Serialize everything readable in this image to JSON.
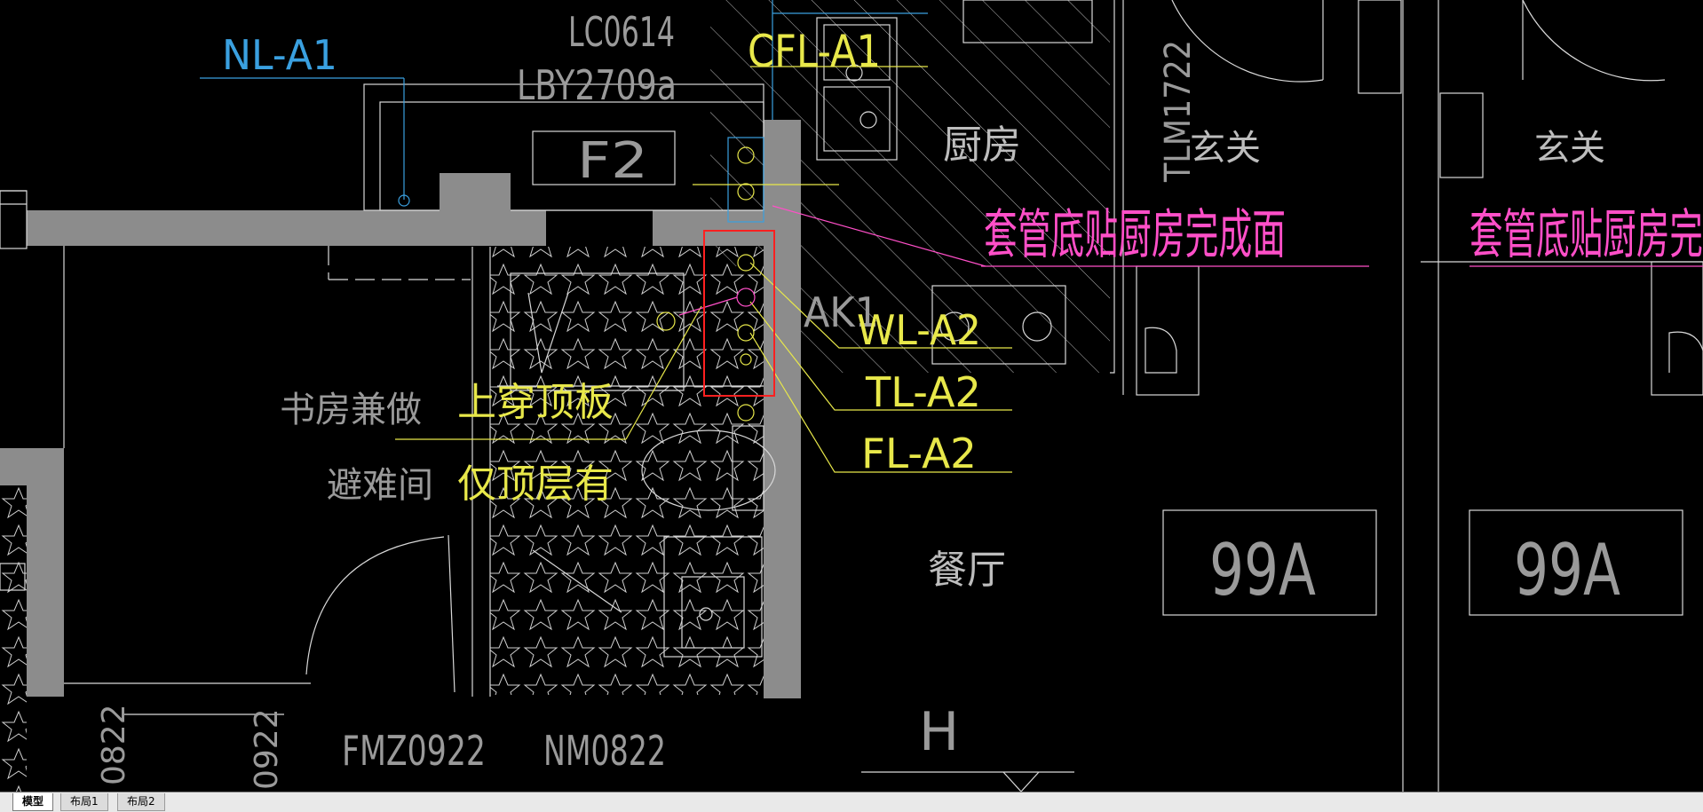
{
  "drawing": {
    "colors": {
      "background": "#000000",
      "wall_fill": "#8c8c8c",
      "line_white": "#d9d9d9",
      "label_blue": "#3aa0e0",
      "label_yellow": "#e8e84a",
      "label_magenta": "#ff4fc8",
      "highlight_red": "#ff2020"
    },
    "labels": {
      "nl_a1": "NL-A1",
      "lc0614": "LC0614",
      "lby2709a": "LBY2709a",
      "cfl_a1": "CFL-A1",
      "f2": "F2",
      "tlm1722": "TLM1722",
      "kitchen": "厨房",
      "entrance_1": "玄关",
      "entrance_2": "玄关",
      "sleeve_note_1": "套管底贴厨房完成面",
      "sleeve_note_2": "套管底贴厨房完",
      "ak1": "AK1",
      "wl_a2": "WL-A2",
      "tl_a2": "TL-A2",
      "fl_a2": "FL-A2",
      "study_room": "书房兼做",
      "refuge_room": "避难间",
      "up_through_slab": "上穿顶板",
      "top_floor_only": "仅顶层有",
      "dining": "餐厅",
      "unit_99a_1": "99A",
      "unit_99a_2": "99A",
      "fmz0922": "FMZ0922",
      "nm0822": "NM0822",
      "h_mark": "H",
      "v_0822": "0822",
      "v_0922": "0922"
    }
  },
  "tabs": [
    {
      "label": "模型",
      "active": true
    },
    {
      "label": "布局1",
      "active": false
    },
    {
      "label": "布局2",
      "active": false
    }
  ]
}
